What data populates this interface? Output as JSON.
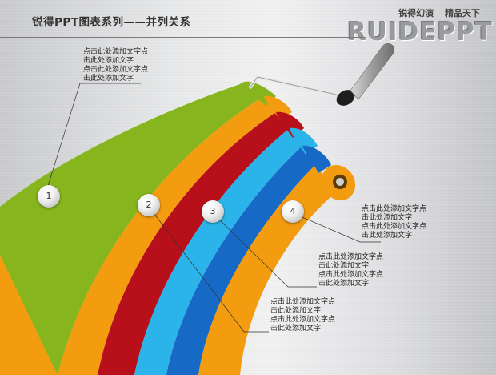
{
  "header": {
    "title": "锐得PPT图表系列——并列关系",
    "tagline": "锐得幻演 精品天下",
    "brand": "RUIDEPPT"
  },
  "colors": {
    "green": "#86b51d",
    "orange": "#f39c10",
    "red": "#b8101a",
    "lightblue": "#2bb4ea",
    "blue": "#1769c6"
  },
  "items": [
    {
      "marker": "1",
      "lines": [
        "点击此处添加文字点",
        "击此处添加文字",
        "点击此处添加文字点",
        "击此处添加文字"
      ]
    },
    {
      "marker": "2",
      "lines": [
        "点击此处添加文字点",
        "击此处添加文字",
        "点击此处添加文字点",
        "击此处添加文字"
      ]
    },
    {
      "marker": "3",
      "lines": [
        "点击此处添加文字点",
        "击此处添加文字",
        "点击此处添加文字点",
        "击此处添加文字"
      ]
    },
    {
      "marker": "4",
      "lines": [
        "点击此处添加文字点",
        "击此处添加文字",
        "点击此处添加文字点",
        "击此处添加文字"
      ]
    }
  ]
}
